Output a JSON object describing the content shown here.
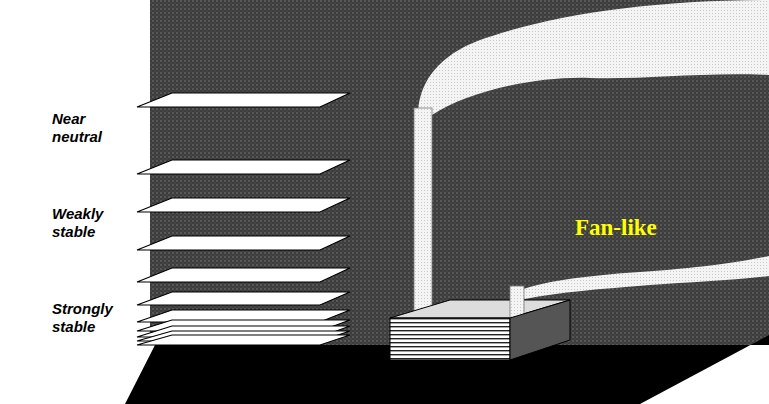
{
  "diagram": {
    "labels": [
      "Near neutral",
      "Weakly stable",
      "Strongly stable",
      "Fan-like"
    ]
  }
}
